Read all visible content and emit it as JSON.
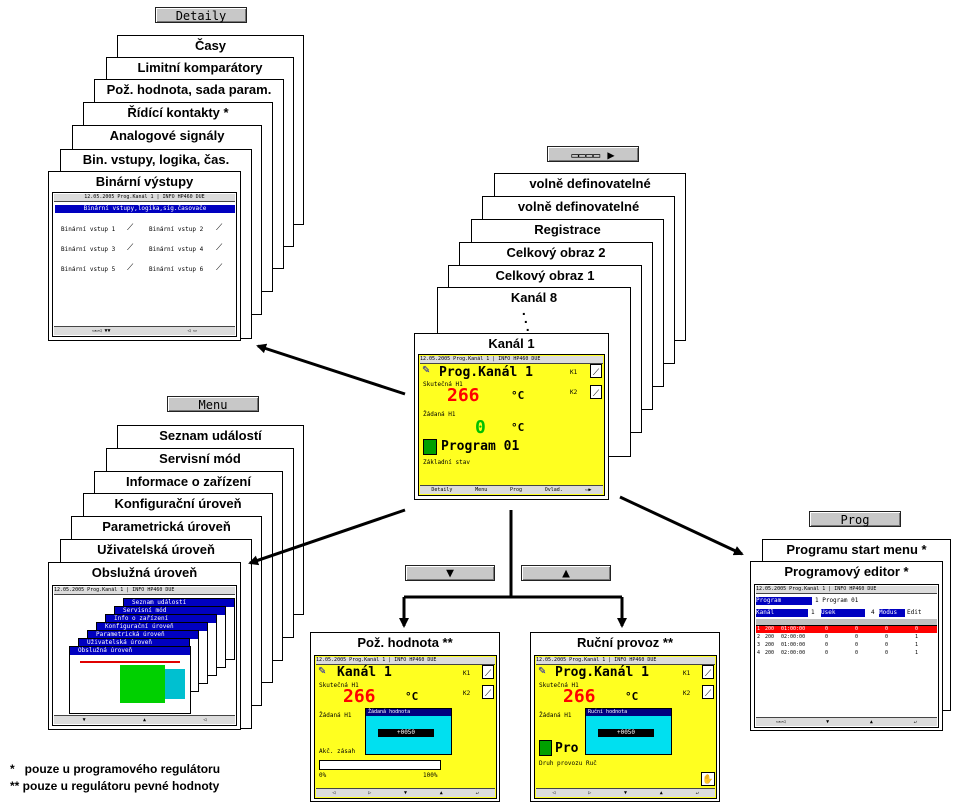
{
  "buttons": {
    "details": "Detaily",
    "menu": "Menu",
    "prog": "Prog"
  },
  "details_stack": [
    "Časy",
    "Limitní komparátory",
    "Pož. hodnota, sada param.",
    "Řídící kontakty *",
    "Analogové signály",
    "Bin. vstupy, logika, čas.",
    "Binární výstupy"
  ],
  "details_screen": {
    "header": "Binární vstupy,logika,sig.časovače",
    "inputs": [
      "Binární vstup 1",
      "Binární vstup 2",
      "Binární vstup 3",
      "Binární vstup 4",
      "Binární vstup 5",
      "Binární vstup 6"
    ]
  },
  "channel_stack": [
    "volně definovatelné",
    "volně definovatelné",
    "Registrace",
    "Celkový obraz 2",
    "Celkový obraz 1",
    "Kanál 8",
    "Kanál 1"
  ],
  "main_screen": {
    "title": "Prog.Kanál 1",
    "actual_label": "Skutečná H1",
    "actual_value": "266",
    "unit": "°C",
    "setpoint_label": "Žádaná H1",
    "setpoint_value": "0",
    "program": "Program 01",
    "program_state": "Základní stav",
    "k1": "K1",
    "k2": "K2",
    "softkeys": [
      "Detaily",
      "Menu",
      "Prog",
      "Ovlad.",
      ""
    ]
  },
  "menu_stack": [
    "Seznam událostí",
    "Servisní mód",
    "Informace o zařízení",
    "Konfigurační úroveň",
    "Parametrická úroveň",
    "Uživatelská úroveň",
    "Obslužná úroveň"
  ],
  "menu_mini": [
    "Seznam událostí",
    "Servisní mód",
    "Info o zařízení",
    "Konfigurační úroveň",
    "Parametrická úroveň",
    "Uživatelská úroveň",
    "Obslužná úroveň"
  ],
  "setpoint_screen": {
    "title": "Pož. hodnota **",
    "channel": "Kanál 1",
    "value": "266",
    "dialog_title": "Žádaná hodnota",
    "dialog_value": "+0050",
    "extra_label": "Akč. zásah",
    "bar_min": "0%",
    "bar_max": "100%"
  },
  "manual_screen": {
    "title": "Ruční provoz **",
    "channel": "Prog.Kanál 1",
    "value": "266",
    "dialog_title": "Ruční hodnota",
    "dialog_value": "+0050",
    "program": "Pro",
    "program_state": "Druh provozu Ruč"
  },
  "prog_stack": [
    "Programu start menu *",
    "Programový editor *"
  ],
  "prog_editor": {
    "row1_label": "Program",
    "row1_value": "1 Program 01",
    "row2_label": "Kanál",
    "row2_value": "1",
    "row2_b": "Úsek",
    "row2_c": "4",
    "row2_d": "Modus",
    "row2_e": "Edit",
    "rows": [
      [
        "1",
        "200",
        "01:00:00",
        "0",
        "0",
        "0",
        "0"
      ],
      [
        "2",
        "200",
        "02:00:00",
        "0",
        "0",
        "0",
        "1"
      ],
      [
        "3",
        "200",
        "01:00:00",
        "0",
        "0",
        "0",
        "1"
      ],
      [
        "4",
        "200",
        "02:00:00",
        "0",
        "0",
        "0",
        "1"
      ]
    ]
  },
  "footnotes": [
    "*   pouze u programového regulátoru",
    "** pouze u regulátoru pevné hodnoty"
  ],
  "topbar_text": "12.05.2005  Prog.Kanál 1  |  INFO  HP460 DUE",
  "colors": {
    "screen_yellow": "#ffff20",
    "value_red": "#ff0000",
    "value_green": "#00c000",
    "header_blue": "#0000c0"
  }
}
